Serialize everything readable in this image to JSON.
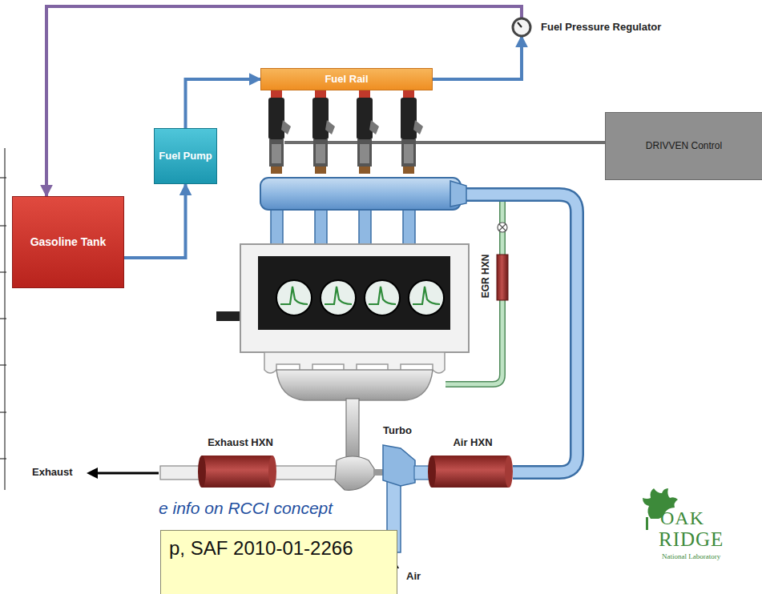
{
  "diagram": {
    "nodes": [
      {
        "text": [
          "Fuel Pressure Regulator"
        ]
      },
      {
        "text": [
          "Fuel Rail"
        ]
      },
      {
        "text": [
          "Fuel Pump"
        ]
      },
      {
        "text": [
          "DRIVVEN Control"
        ]
      },
      {
        "text": [
          "Gasoline Tank"
        ]
      },
      {
        "text": [
          "EGR HXN"
        ]
      },
      {
        "text": [
          "Exhaust HXN"
        ]
      },
      {
        "text": [
          "Turbo"
        ]
      },
      {
        "text": [
          "Air HXN"
        ]
      },
      {
        "text": [
          "p, SAF 2010-01-2266"
        ]
      }
    ],
    "edges": [
      {
        "from": 4,
        "to": 2,
        "arrow": "to"
      },
      {
        "from": 2,
        "to": 1,
        "arrow": "to"
      },
      {
        "from": 1,
        "to": 0,
        "arrow": "to"
      },
      {
        "from": 0,
        "to": 4,
        "arrow": "to"
      }
    ],
    "labels": [
      "Exhaust",
      "Air",
      "e info on RCCI concept",
      "OAK",
      "RIDGE",
      "National Laboratory"
    ]
  }
}
